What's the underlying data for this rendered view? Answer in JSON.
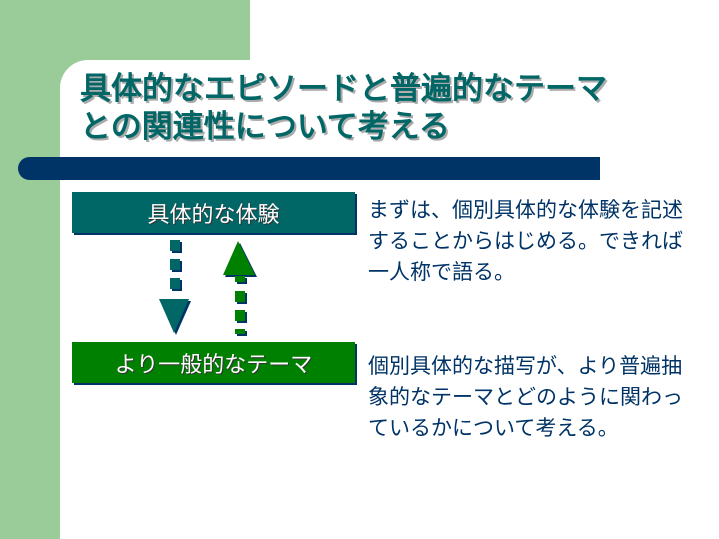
{
  "slide": {
    "title_line1": "具体的なエピソードと普遍的なテーマ",
    "title_line2": "との関連性について考える",
    "box_top": "具体的な体験",
    "box_bottom": "より一般的なテーマ",
    "desc_top": "まずは、個別具体的な体験を記述することからはじめる。できれば一人称で語る。",
    "desc_bottom": "個別具体的な描写が、より普遍抽象的なテーマとどのように関わっているかについて考える。",
    "colors": {
      "teal": "#006666",
      "green": "#008000",
      "navy": "#003366",
      "light_green": "#99CC99"
    }
  }
}
